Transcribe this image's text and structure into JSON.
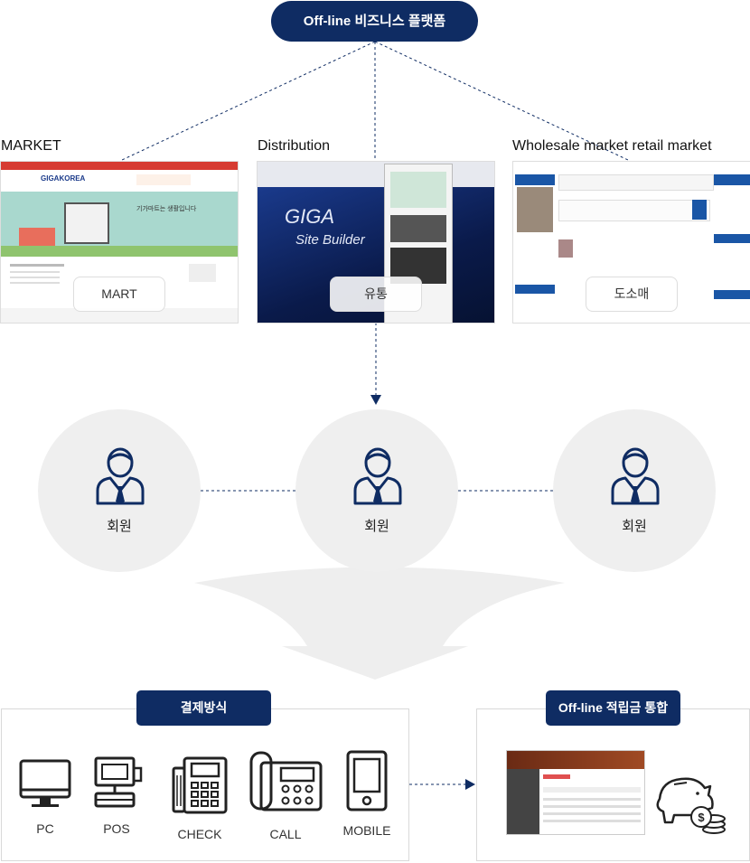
{
  "platform": {
    "title": "Off-line 비즈니스 플랫폼"
  },
  "sections": [
    {
      "label": "MARKET",
      "overlay": "MART"
    },
    {
      "label": "Distribution",
      "overlay": "유통"
    },
    {
      "label": "Wholesale market retail market",
      "overlay": "도소매"
    }
  ],
  "market_shot": {
    "logo": "GIGAKOREA",
    "headline": "기가마트는 생활입니다"
  },
  "distribution_shot": {
    "title_line1": "GIGA",
    "title_line2": "Site Builder"
  },
  "members": [
    {
      "label": "회원"
    },
    {
      "label": "회원"
    },
    {
      "label": "회원"
    }
  ],
  "payment": {
    "title": "결제방식",
    "devices": [
      {
        "label": "PC",
        "icon": "pc-icon"
      },
      {
        "label": "POS",
        "icon": "pos-icon"
      },
      {
        "label": "CHECK",
        "icon": "check-terminal-icon"
      },
      {
        "label": "CALL",
        "icon": "phone-icon"
      },
      {
        "label": "MOBILE",
        "icon": "mobile-icon"
      }
    ]
  },
  "points": {
    "title": "Off-line 적립금 통합"
  },
  "colors": {
    "navy": "#0f2c63",
    "circle": "#efefef",
    "market_red": "#d63b32"
  }
}
